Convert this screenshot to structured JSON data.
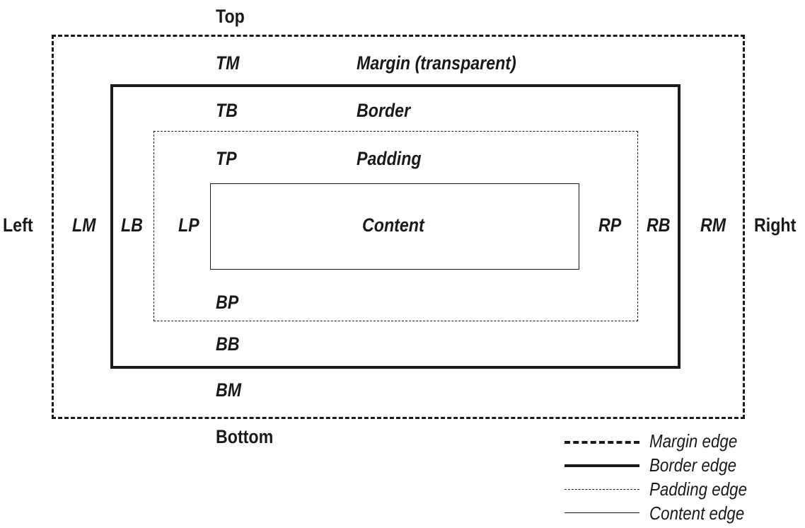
{
  "sides": {
    "top": "Top",
    "bottom": "Bottom",
    "left": "Left",
    "right": "Right"
  },
  "margin": {
    "top": "TM",
    "bottom": "BM",
    "left": "LM",
    "right": "RM",
    "name": "Margin (transparent)"
  },
  "border": {
    "top": "TB",
    "bottom": "BB",
    "left": "LB",
    "right": "RB",
    "name": "Border"
  },
  "padding": {
    "top": "TP",
    "bottom": "BP",
    "left": "LP",
    "right": "RP",
    "name": "Padding"
  },
  "content": {
    "name": "Content"
  },
  "legend": [
    {
      "label": "Margin edge"
    },
    {
      "label": "Border edge"
    },
    {
      "label": "Padding edge"
    },
    {
      "label": "Content edge"
    }
  ]
}
